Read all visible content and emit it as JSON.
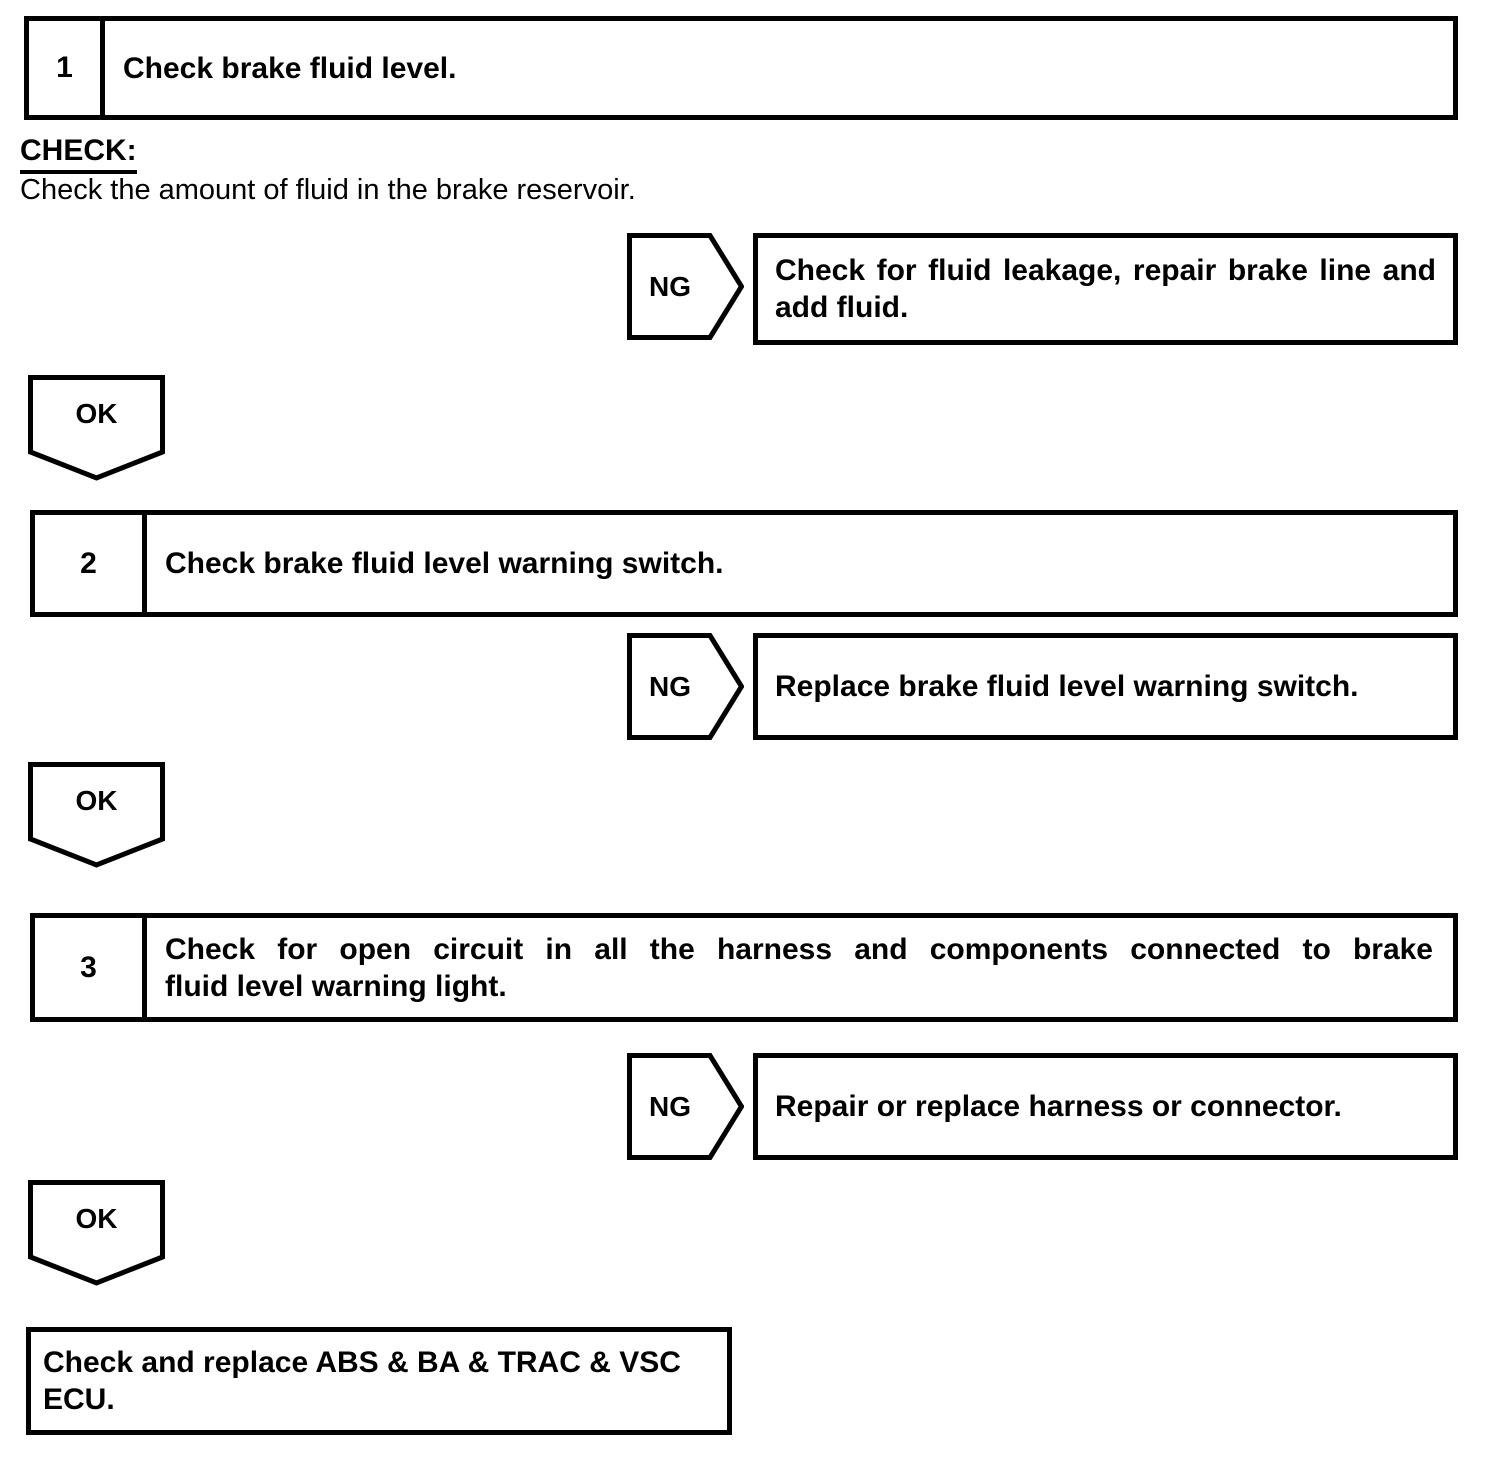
{
  "flowchart": {
    "background_color": "#ffffff",
    "ink_color": "#000000",
    "steps": [
      {
        "number": "1",
        "title": "Check brake fluid level.",
        "check_heading": "CHECK:",
        "check_description": "Check the amount of fluid in the brake reservoir.",
        "ng_label": "NG",
        "ng_action_lines": [
          "Check for fluid leakage, repair brake line and",
          "add fluid."
        ],
        "ok_label": "OK"
      },
      {
        "number": "2",
        "title": "Check brake fluid level warning switch.",
        "ng_label": "NG",
        "ng_action_lines": [
          "Replace brake fluid level warning switch."
        ],
        "ok_label": "OK"
      },
      {
        "number": "3",
        "title_lines": [
          "Check for open circuit in all the harness and components connected to brake",
          "fluid level warning light."
        ],
        "ng_label": "NG",
        "ng_action_lines": [
          "Repair or replace harness or connector."
        ],
        "ok_label": "OK"
      }
    ],
    "final_action_lines": [
      "Check and replace ABS & BA & TRAC & VSC",
      "ECU."
    ]
  }
}
